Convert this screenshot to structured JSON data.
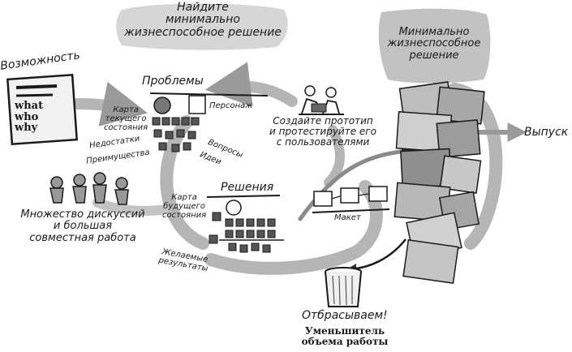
{
  "title": [
    "Найдите",
    "минимально",
    "жизнеспособное решение"
  ],
  "labels": {
    "opportunity": "Возможность",
    "note_words": [
      "what",
      "who",
      "why"
    ],
    "problems": "Проблемы",
    "current_map": [
      "Карта",
      "текущего",
      "состояния"
    ],
    "persona": "Персонаж",
    "pains": "Недостатки",
    "gains": "Преимущества",
    "questions": "Вопросы",
    "ideas": "Идеи",
    "prototype": [
      "Создайте прототип",
      "и протестируйте его",
      "с пользователями"
    ],
    "mvs": [
      "Минимально",
      "жизнеспособное",
      "решение"
    ],
    "release": "Выпуск",
    "discussion": [
      "Множество дискуссий",
      "и большая",
      "совместная работа"
    ],
    "solutions": "Решения",
    "future_map": [
      "Карта",
      "будущего",
      "состояния"
    ],
    "outcomes": [
      "Желаемые",
      "результаты"
    ],
    "mockup": "Макет",
    "discard": "Отбрасываем!",
    "reducer": [
      "Уменьшитель",
      "объема работы"
    ]
  }
}
